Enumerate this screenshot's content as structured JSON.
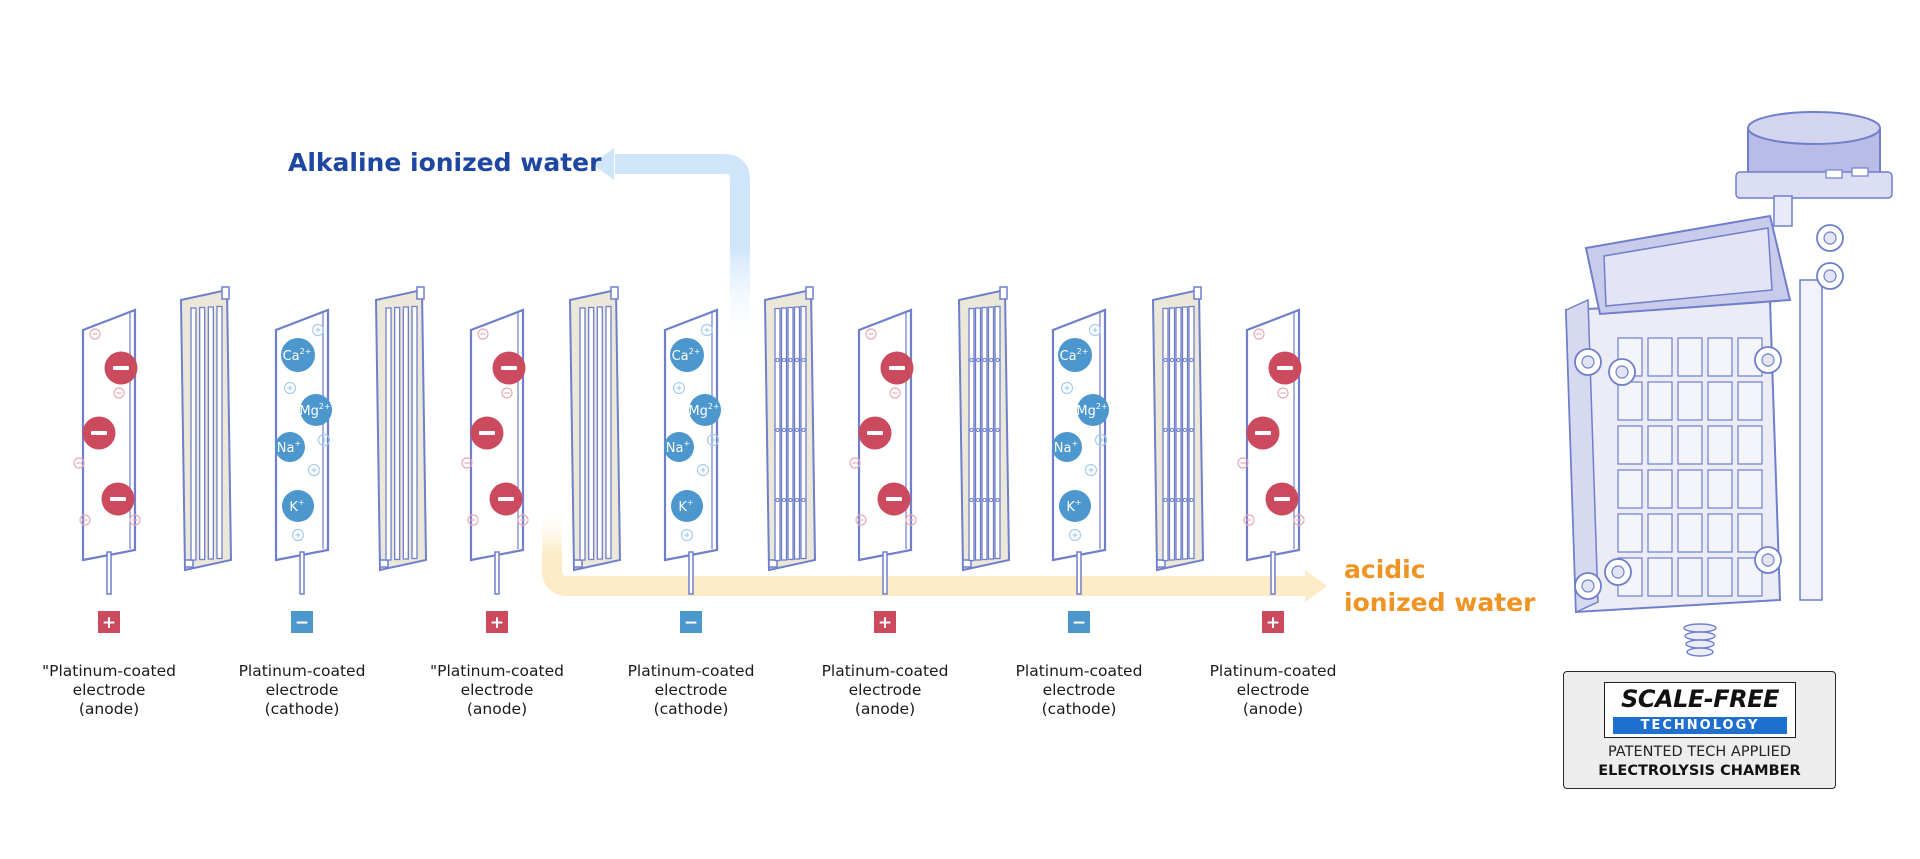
{
  "flows": {
    "alkaline": "Alkaline ionized water",
    "acidic_line1": "acidic",
    "acidic_line2": "ionized water"
  },
  "electrodes": [
    {
      "type": "anode",
      "sign": "+",
      "caption": [
        "\"Platinum-coated",
        "electrode",
        "(anode)"
      ]
    },
    {
      "type": "cathode",
      "sign": "−",
      "caption": [
        "Platinum-coated",
        "electrode",
        "(cathode)"
      ]
    },
    {
      "type": "anode",
      "sign": "+",
      "caption": [
        "\"Platinum-coated",
        "electrode",
        "(anode)"
      ]
    },
    {
      "type": "cathode",
      "sign": "−",
      "caption": [
        "Platinum-coated",
        "electrode",
        "(cathode)"
      ]
    },
    {
      "type": "anode",
      "sign": "+",
      "caption": [
        "Platinum-coated",
        "electrode",
        "(anode)"
      ]
    },
    {
      "type": "cathode",
      "sign": "−",
      "caption": [
        "Platinum-coated",
        "electrode",
        "(cathode)"
      ]
    },
    {
      "type": "anode",
      "sign": "+",
      "caption": [
        "Platinum-coated",
        "electrode",
        "(anode)"
      ]
    }
  ],
  "ions": {
    "calcium": {
      "base": "Ca",
      "charge": "2+"
    },
    "magnesium": {
      "base": "Mg",
      "charge": "2+"
    },
    "sodium": {
      "base": "Na",
      "charge": "+"
    },
    "potassium": {
      "base": "K",
      "charge": "+"
    }
  },
  "icons": {
    "anion": "minus-circle-icon",
    "plus_marker": "plus-square-icon",
    "minus_marker": "minus-square-icon",
    "chamber": "electrolysis-chamber-illustration"
  },
  "colors": {
    "alkaline_text": "#1d47a1",
    "acidic_text": "#ef9423",
    "alkaline_flow": "#cfe6fa",
    "acidic_flow": "#fdebc8",
    "anion": "#cc4a5e",
    "cation": "#4d97cf",
    "plate_outline": "#6f7fcc",
    "membrane_fill": "#ebe8da",
    "badge_blue": "#1f6fcf"
  },
  "badge": {
    "title": "SCALE-FREE",
    "subtitle": "TECHNOLOGY",
    "line1": "PATENTED TECH APPLIED",
    "line2": "ELECTROLYSIS CHAMBER"
  }
}
